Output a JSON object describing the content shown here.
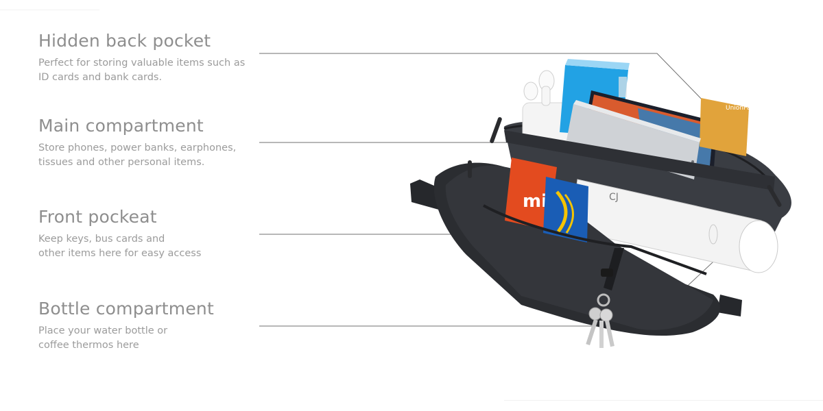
{
  "features": [
    {
      "title": "Hidden back pocket",
      "description": "Perfect for storing valuable items such as\nID cards and bank cards."
    },
    {
      "title": "Main compartment",
      "description": "Store phones, power banks, earphones,\ntissues and other personal items."
    },
    {
      "title": "Front pockeat",
      "description": "Keep keys, bus cards and\nother items here for easy access"
    },
    {
      "title": "Bottle compartment",
      "description": "Place your water bottle or\ncoffee thermos here"
    }
  ],
  "product": {
    "brand_mark": "mi",
    "card_brand": "UnionPay",
    "tube_label": "CJ"
  },
  "colors": {
    "heading": "#8e8e8e",
    "body_text": "#9b9b9b",
    "leader_line": "#6f6f6f",
    "bag": "#2b2d31",
    "accent_red": "#e34b1f",
    "accent_blue": "#1a5db5"
  }
}
